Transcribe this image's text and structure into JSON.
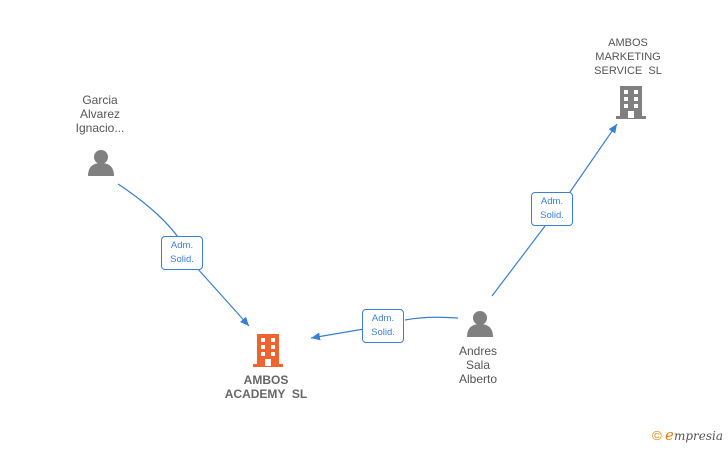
{
  "colors": {
    "edge": "#3a7fd5",
    "person": "#808080",
    "company_main": "#f0622e",
    "company_other": "#808080"
  },
  "nodes": {
    "garcia": {
      "name_lines": [
        "Garcia",
        "Alvarez",
        "Ignacio..."
      ],
      "icon": "person-icon"
    },
    "andres": {
      "name_lines": [
        "Andres",
        "Sala",
        "Alberto"
      ],
      "icon": "person-icon"
    },
    "ambos_academy": {
      "name_lines": [
        "AMBOS",
        "ACADEMY  SL"
      ],
      "icon": "building-icon"
    },
    "ambos_marketing": {
      "name_lines": [
        "AMBOS",
        "MARKETING",
        "SERVICE  SL"
      ],
      "icon": "building-icon"
    }
  },
  "edges": [
    {
      "from": "garcia",
      "to": "ambos_academy",
      "label_lines": [
        "Adm.",
        "Solid."
      ]
    },
    {
      "from": "andres",
      "to": "ambos_academy",
      "label_lines": [
        "Adm.",
        "Solid."
      ]
    },
    {
      "from": "andres",
      "to": "ambos_marketing",
      "label_lines": [
        "Adm.",
        "Solid."
      ]
    }
  ],
  "brand": {
    "copyright_symbol": "©",
    "initial": "e",
    "rest": "mpresia"
  }
}
